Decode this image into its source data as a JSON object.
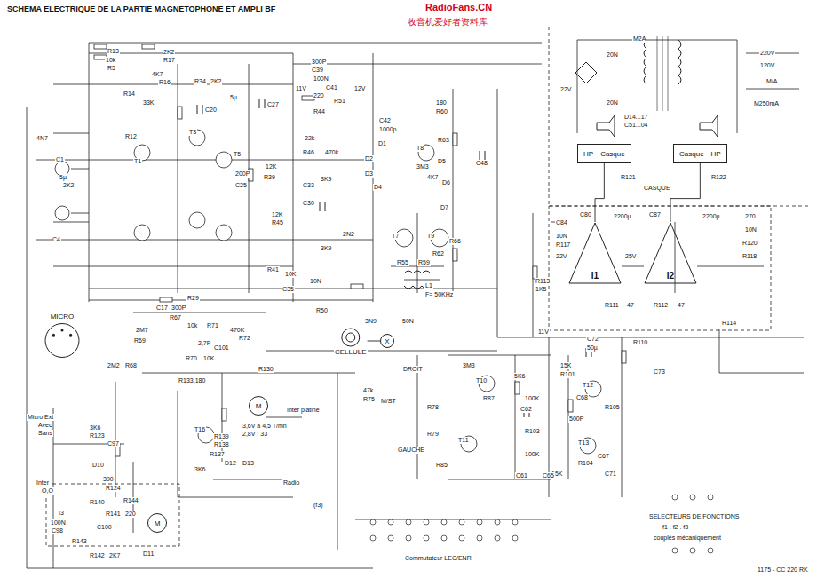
{
  "diagram": {
    "title": "SCHEMA ELECTRIQUE DE LA PARTIE MAGNETOPHONE ET AMPLI BF",
    "nodes": [
      {
        "text": [
          "HP",
          "Casque"
        ]
      },
      {
        "text": [
          "Casque",
          "HP"
        ]
      },
      {
        "text": [
          "I1"
        ]
      },
      {
        "text": [
          "I2"
        ]
      },
      {
        "text": [
          "MICRO"
        ]
      },
      {
        "text": [
          "CELLULE"
        ]
      },
      {
        "text": [
          "X"
        ]
      },
      {
        "text": [
          "M"
        ]
      },
      {
        "text": [
          "M"
        ]
      }
    ],
    "edges": [
      {
        "from": 0,
        "to": 2,
        "arrow": "none"
      },
      {
        "from": 1,
        "to": 3,
        "arrow": "none"
      },
      {
        "from": 6,
        "to": 5,
        "arrow": "none"
      }
    ],
    "labels": [
      "RadioFans.CN",
      "收音机爱好者资料库",
      "R13",
      "10k",
      "R5",
      "2K2",
      "R17",
      "4K7",
      "R16",
      "R14",
      "33K",
      "4N7",
      "C1",
      "5µ",
      "R12",
      "T1",
      "2K2",
      "R34",
      "2K2",
      "T3",
      "C20",
      "T5",
      "5µ",
      "C27",
      "200P",
      "C25",
      "12K",
      "R39",
      "300P",
      "C39",
      "100N",
      "C41",
      "11V",
      "220",
      "R51",
      "12V",
      "R44",
      "22k",
      "R46",
      "470k",
      "C42",
      "1000p",
      "D1",
      "D2",
      "D3",
      "D4",
      "T8",
      "3M3",
      "180",
      "R60",
      "R63",
      "4K7",
      "D5",
      "D6",
      "D7",
      "C48",
      "T7",
      "T9",
      "R55",
      "R59",
      "R62",
      "R66",
      "L1",
      "F= 50KHz",
      "3N9",
      "50N",
      "C4",
      "R29",
      "C17",
      "300P",
      "R67",
      "10k",
      "2M7",
      "R69",
      "R71",
      "470K",
      "R72",
      "2,7P",
      "C101",
      "R70",
      "10K",
      "2M2",
      "R68",
      "C35",
      "10N",
      "R50",
      "R41",
      "10K",
      "3K9",
      "2N2",
      "R45",
      "12K",
      "C30",
      "C33",
      "3K9",
      "47k",
      "R75",
      "R130",
      "R133,180",
      "3K6",
      "R123",
      "C97",
      "D10",
      "390",
      "R124",
      "T16",
      "R139",
      "R138",
      "D12",
      "D13",
      "R137",
      "3K6",
      "Inter platine",
      "3,6V à 4,5 T/mn",
      "2,8V : 33",
      "Radio",
      "(f3)",
      "Commutateur LEC/ENR",
      "DROIT",
      "GAUCHE",
      "M/ST",
      "T10",
      "T11",
      "T12",
      "T13",
      "R78",
      "R79",
      "R85",
      "3M3",
      "R87",
      "5K6",
      "15K",
      "R101",
      "100K",
      "C62",
      "C72",
      "50µ",
      "C73",
      "R110",
      "R114",
      "500P",
      "C68",
      "R105",
      "R103",
      "100K",
      "15K",
      "C71",
      "C67",
      "C61",
      "C65",
      "R104",
      "SELECTEURS DE FONCTIONS",
      "f1 . f2 . f3",
      "couplés mécaniquement",
      "1175 - CC 220 RK",
      "Micro Ext",
      "Avec",
      "Sans",
      "Inter",
      "O,O",
      "100N",
      "C98",
      "R140",
      "R144",
      "R141",
      "220",
      "I3",
      "R143",
      "R142",
      "2K7",
      "D11",
      "C100",
      "M2A",
      "220V",
      "120V",
      "M/A",
      "M250mA",
      "20N",
      "20N",
      "22V",
      "D14...17",
      "C51...04",
      "R121",
      "CASQUE",
      "R122",
      "C80",
      "2200µ",
      "C87",
      "2200µ",
      "C84",
      "10N",
      "R117",
      "22V",
      "25V",
      "R120",
      "R118",
      "270",
      "10N",
      "R111",
      "47",
      "R112",
      "47",
      "R113",
      "1K5",
      "11V"
    ]
  }
}
